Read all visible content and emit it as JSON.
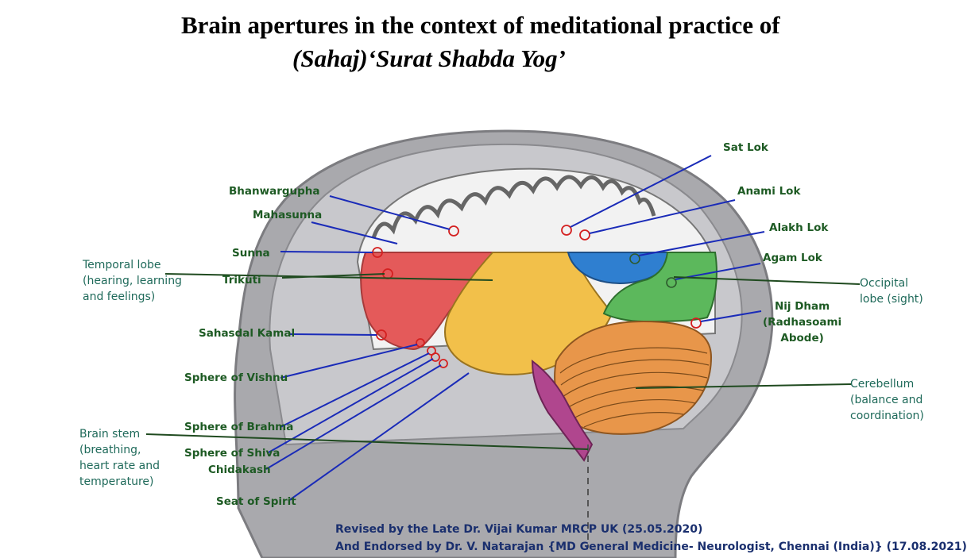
{
  "title": {
    "line1": "Brain apertures in the context of meditational practice of",
    "line2": "(Sahaj)‘Surat Shabda Yog’"
  },
  "labels": {
    "sat_lok": "Sat Lok",
    "anami_lok": "Anami Lok",
    "alakh_lok": "Alakh Lok",
    "agam_lok": "Agam Lok",
    "occipital_lobe": "Occipital\nlobe (sight)",
    "nij_dham": "Nij Dham\n(Radhasoami\nAbode)",
    "cerebellum": "Cerebellum\n(balance and\ncoordination)",
    "bhanwargupha": "Bhanwargupha",
    "mahasunna": "Mahasunna",
    "sunna": "Sunna",
    "temporal_lobe": "Temporal lobe\n(hearing, learning\nand feelings)",
    "trikuti": "Trikuti",
    "sahasdal_kamal": "Sahasdal Kamal",
    "sphere_vishnu": "Sphere of Vishnu",
    "sphere_brahma": "Sphere of Brahma",
    "brain_stem": "Brain stem\n(breathing,\nheart rate and\ntemperature)",
    "sphere_shiva": "Sphere of Shiva",
    "chidakash": "Chidakash",
    "seat_of_spirit": "Seat of Spirit"
  },
  "credits": {
    "line1": "Revised by the Late Dr. Vijai Kumar MRCP UK (25.05.2020)",
    "line2": "And Endorsed by Dr. V. Natarajan  {MD General Medicine- Neurologist, Chennai (India)} (17.08.2021)"
  },
  "colors": {
    "frontal": "#e45a5a",
    "temporal": "#f2c04a",
    "parietal": "#2f7fd0",
    "occipital": "#5cb85c",
    "cerebellum": "#e8964a",
    "brainstem": "#b0468e",
    "label_green": "#1d5a23",
    "pointer_blue": "#1a2bb8",
    "credits_navy": "#1a2f6e"
  }
}
